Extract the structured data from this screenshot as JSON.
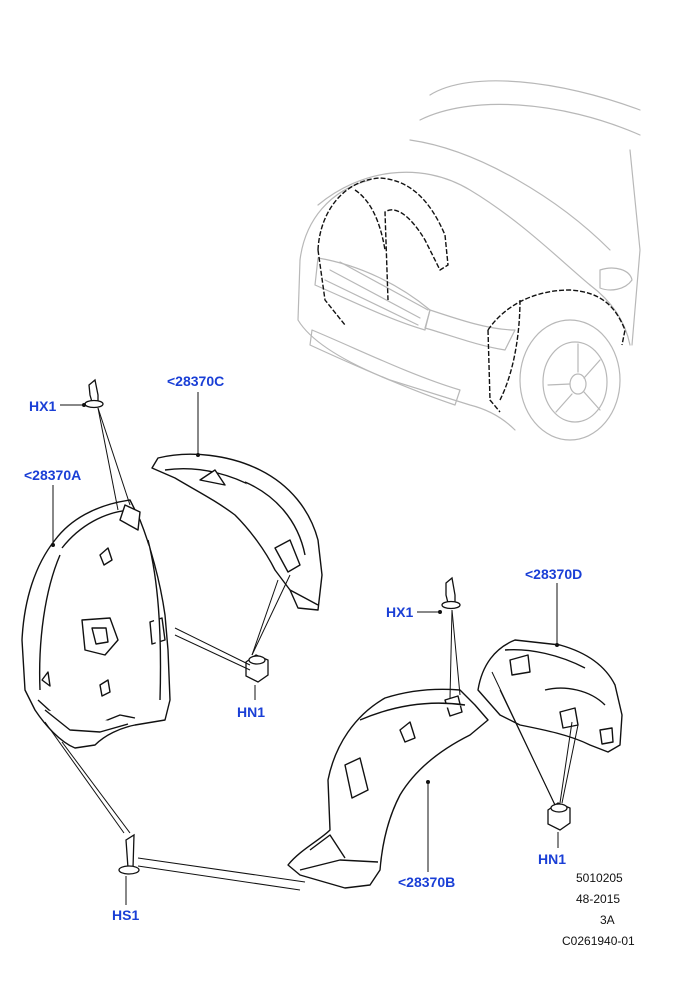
{
  "colors": {
    "callout": "#1a3fd6",
    "outline": "#111111",
    "vehicle_outline": "#b8b8b8",
    "background": "#ffffff"
  },
  "callouts": {
    "hx1_top": "HX1",
    "part_c": "<28370C",
    "part_a": "<28370A",
    "hn1_left": "HN1",
    "hx1_right": "HX1",
    "part_d": "<28370D",
    "hn1_right": "HN1",
    "part_b": "<28370B",
    "hs1": "HS1"
  },
  "reference": {
    "line1": "5010205",
    "line2": "48-2015",
    "line3": "3A",
    "line4": "C0261940-01"
  }
}
